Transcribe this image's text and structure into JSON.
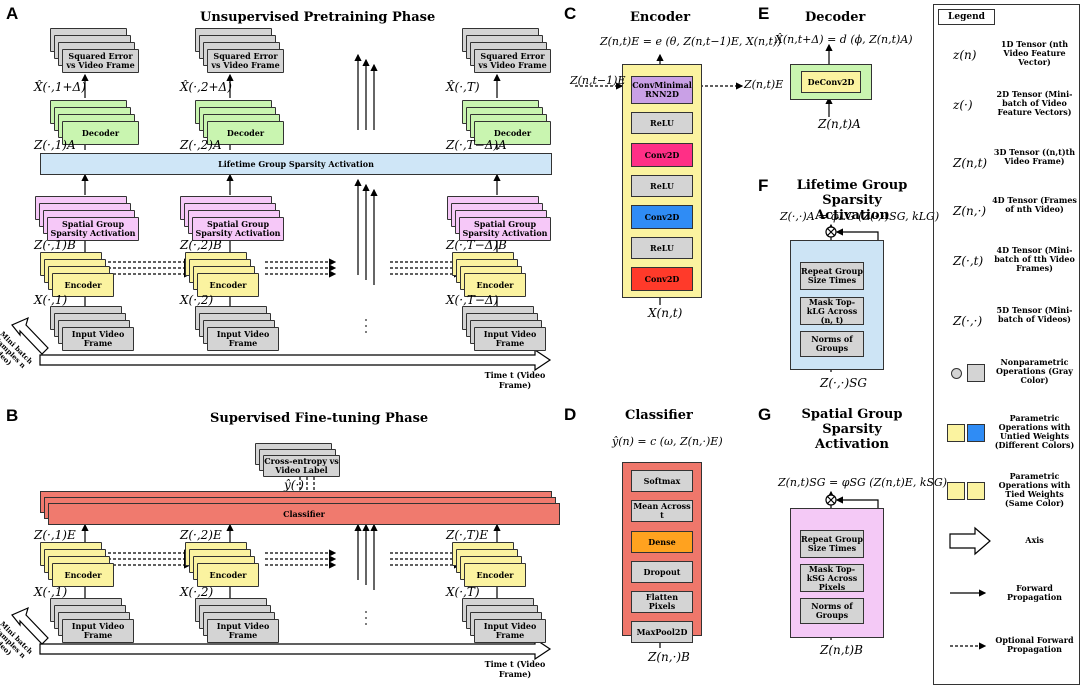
{
  "labels": {
    "A": "A",
    "B": "B",
    "C": "C",
    "D": "D",
    "E": "E",
    "F": "F",
    "G": "G"
  },
  "titles": {
    "A": "Unsupervised Pretraining Phase",
    "B": "Supervised Fine-tuning Phase",
    "C": "Encoder",
    "D": "Classifier",
    "E": "Decoder",
    "F": "Lifetime Group Sparsity Activation",
    "G": "Spatial Group Sparsity Activation"
  },
  "panelA": {
    "squared_error": "Squared Error vs Video Frame",
    "decoder": "Decoder",
    "lifetime": "Lifetime Group Sparsity Activation",
    "spatial": "Spatial Group Sparsity Activation",
    "encoder": "Encoder",
    "input": "Input Video Frame",
    "xhat": [
      "X̂(·,1+Δ)",
      "X̂(·,2+Δ)",
      "X̂(·,T)"
    ],
    "za": [
      "Z(·,1)A",
      "Z(·,2)A",
      "Z(·,T−Δ)A"
    ],
    "zb": [
      "Z(·,1)B",
      "Z(·,2)B",
      "Z(·,T−Δ)B"
    ],
    "x": [
      "X(·,1)",
      "X(·,2)",
      "X(·,T−Δ)"
    ],
    "minibatch": "Mini batch Samples n (Video)",
    "time": "Time t (Video Frame)"
  },
  "panelB": {
    "cross_entropy": "Cross-entropy vs Video Label",
    "yhat": "ŷ(·)",
    "classifier": "Classifier",
    "encoder": "Encoder",
    "input": "Input Video Frame",
    "ze": [
      "Z(·,1)E",
      "Z(·,2)E",
      "Z(·,T)E"
    ],
    "x": [
      "X(·,1)",
      "X(·,2)",
      "X(·,T)"
    ],
    "minibatch": "Mini batch Samples n (Video)",
    "time": "Time t (Video Frame)"
  },
  "panelC": {
    "equation": "Z(n,t)E = e (θ, Z(n,t−1)E, X(n,t))",
    "in_left": "Z(n,t−1)E",
    "out_right": "Z(n,t)E",
    "bottom": "X(n,t)",
    "ops": [
      "ConvMinimal RNN2D",
      "ReLU",
      "Conv2D",
      "ReLU",
      "Conv2D",
      "ReLU",
      "Conv2D"
    ]
  },
  "panelD": {
    "equation": "ŷ(n) = c (ω, Z(n,·)E)",
    "bottom": "Z(n,·)B",
    "ops": [
      "Softmax",
      "Mean Across t",
      "Dense",
      "Dropout",
      "Flatten Pixels",
      "MaxPool2D"
    ]
  },
  "panelE": {
    "equation": "X̂(n,t+Δ) = d (ϕ, Z(n,t)A)",
    "op": "DeConv2D",
    "bottom": "Z(n,t)A"
  },
  "panelF": {
    "equation": "Z(·,·)A = φLG (Z(·,·)SG, kLG)",
    "ops": [
      "Repeat Group Size Times",
      "Mask Top-kLG Across (n, t)",
      "Norms of Groups"
    ],
    "bottom": "Z(·,·)SG"
  },
  "panelG": {
    "equation": "Z(n,t)SG = φSG (Z(n,t)E, kSG)",
    "ops": [
      "Repeat Group Size Times",
      "Mask Top-kSG Across Pixels",
      "Norms of Groups"
    ],
    "bottom": "Z(n,t)B"
  },
  "legend": {
    "title": "Legend",
    "rows": [
      {
        "sym": "z(n)",
        "text": "1D Tensor (nth Video Feature Vector)"
      },
      {
        "sym": "z(·)",
        "text": "2D Tensor (Mini-batch of Video Feature Vectors)"
      },
      {
        "sym": "Z(n,t)",
        "text": "3D Tensor ((n,t)th Video Frame)"
      },
      {
        "sym": "Z(n,·)",
        "text": "4D Tensor (Frames of nth Video)"
      },
      {
        "sym": "Z(·,t)",
        "text": "4D Tensor (Mini-batch of tth Video Frames)"
      },
      {
        "sym": "Z(·,·)",
        "text": "5D Tensor (Mini-batch of Videos)"
      },
      {
        "sym": "",
        "text": "Nonparametric Operations (Gray Color)"
      },
      {
        "sym": "",
        "text": "Parametric Operations with Untied Weights (Different Colors)"
      },
      {
        "sym": "",
        "text": "Parametric Operations with Tied Weights (Same Color)"
      },
      {
        "sym": "",
        "text": "Axis"
      },
      {
        "sym": "",
        "text": "Forward Propagation"
      },
      {
        "sym": "",
        "text": "Optional Forward Propagation"
      }
    ]
  },
  "colors": {
    "gray": "#d4d4d4",
    "green": "#c9f5b0",
    "pink": "#f6c8f8",
    "yellow": "#fbf3a0",
    "lifetime": "#cfe6f7",
    "classifier": "#f07a6e",
    "encoder_panel": "#fbf3a0",
    "classifier_panel": "#ef776b",
    "decoder_panel": "#fbf3a0",
    "lifetime_panel": "#cde4f5",
    "spatial_panel": "#f4c9f6",
    "pink_op": "#ff2f86",
    "blue_op": "#2f8cf5",
    "red_op": "#ff3a2a",
    "orange_op": "#ffa21f",
    "purple_op": "#c9a0e6"
  }
}
